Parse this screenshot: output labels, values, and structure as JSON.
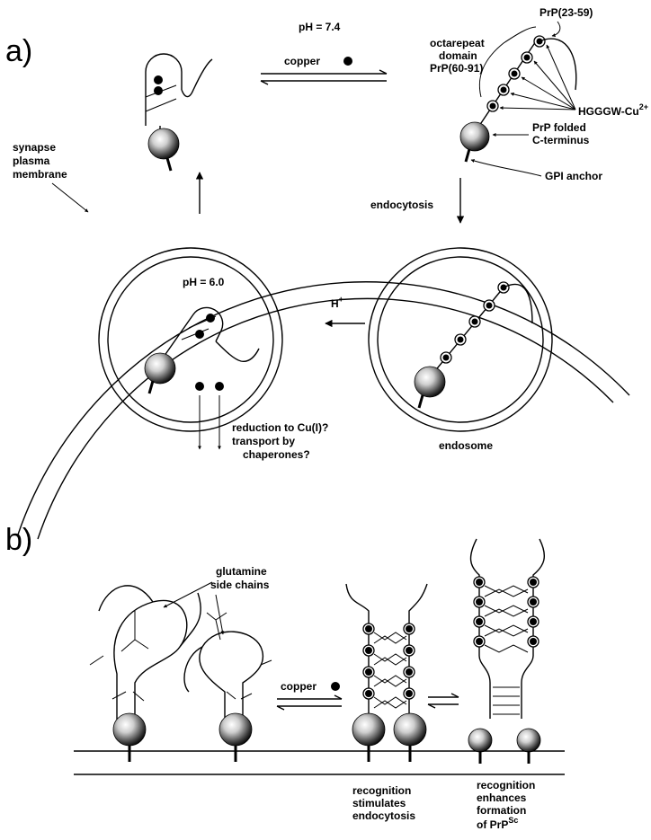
{
  "panel_a": {
    "label": "a)",
    "ph_top": "pH = 7.4",
    "copper": "copper",
    "prp_23_59": "PrP(23-59)",
    "octarepeat_1": "octarepeat",
    "octarepeat_2": "domain",
    "octarepeat_3": "PrP(60-91)",
    "hgggw": "HGGGW-Cu",
    "hgggw_sup": "2+",
    "folded_1": "PrP folded",
    "folded_2": "C-terminus",
    "gpi": "GPI anchor",
    "synapse_1": "synapse",
    "synapse_2": "plasma",
    "synapse_3": "membrane",
    "endocytosis": "endocytosis",
    "ph_inner": "pH = 6.0",
    "proton": "H",
    "proton_sup": "+",
    "reduction_1": "reduction to Cu(I)?",
    "reduction_2": "transport by",
    "reduction_3": "chaperones?",
    "endosome": "endosome"
  },
  "panel_b": {
    "label": "b)",
    "glutamine_1": "glutamine",
    "glutamine_2": "side chains",
    "copper": "copper",
    "recog1_1": "recognition",
    "recog1_2": "stimulates",
    "recog1_3": "endocytosis",
    "recog2_1": "recognition",
    "recog2_2": "enhances",
    "recog2_3": "formation",
    "recog2_4": "of PrP",
    "recog2_sup": "Sc"
  }
}
